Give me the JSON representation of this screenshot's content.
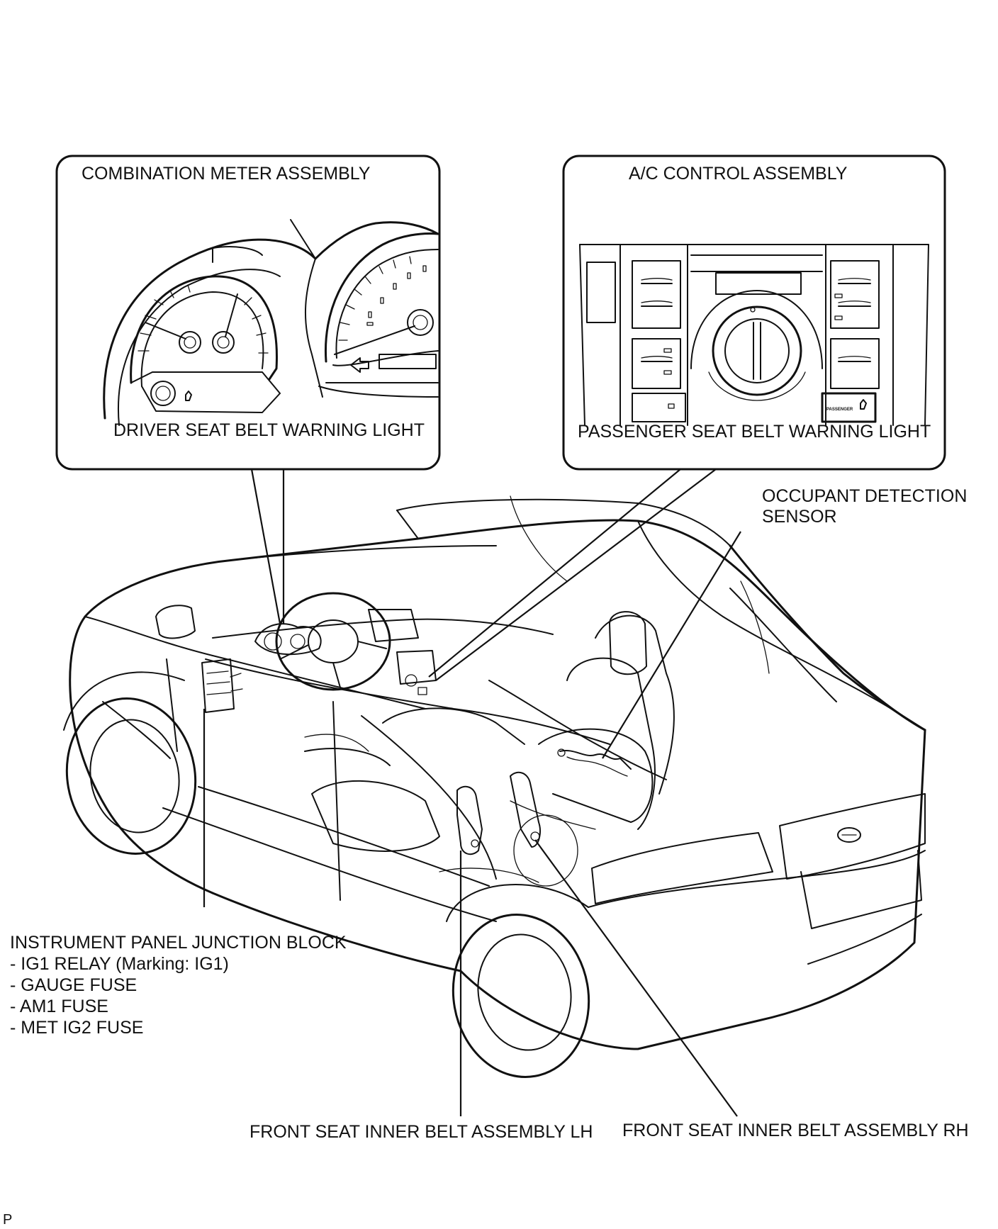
{
  "callouts": {
    "combination_meter": {
      "title": "COMBINATION METER ASSEMBLY",
      "light_label": "DRIVER SEAT BELT WARNING LIGHT"
    },
    "ac_control": {
      "title": "A/C CONTROL ASSEMBLY",
      "light_label": "PASSENGER SEAT BELT WARNING LIGHT",
      "indicator_text": "PASSENGER"
    }
  },
  "labels": {
    "occupant_sensor_line1": "OCCUPANT DETECTION",
    "occupant_sensor_line2": "SENSOR",
    "junction_block": {
      "title": "INSTRUMENT PANEL JUNCTION BLOCK",
      "items": [
        "- IG1 RELAY (Marking: IG1)",
        "- GAUGE FUSE",
        "- AM1 FUSE",
        "- MET IG2 FUSE"
      ]
    },
    "belt_lh": "FRONT SEAT INNER BELT ASSEMBLY LH",
    "belt_rh": "FRONT SEAT INNER BELT ASSEMBLY RH",
    "corner_code": "P"
  }
}
